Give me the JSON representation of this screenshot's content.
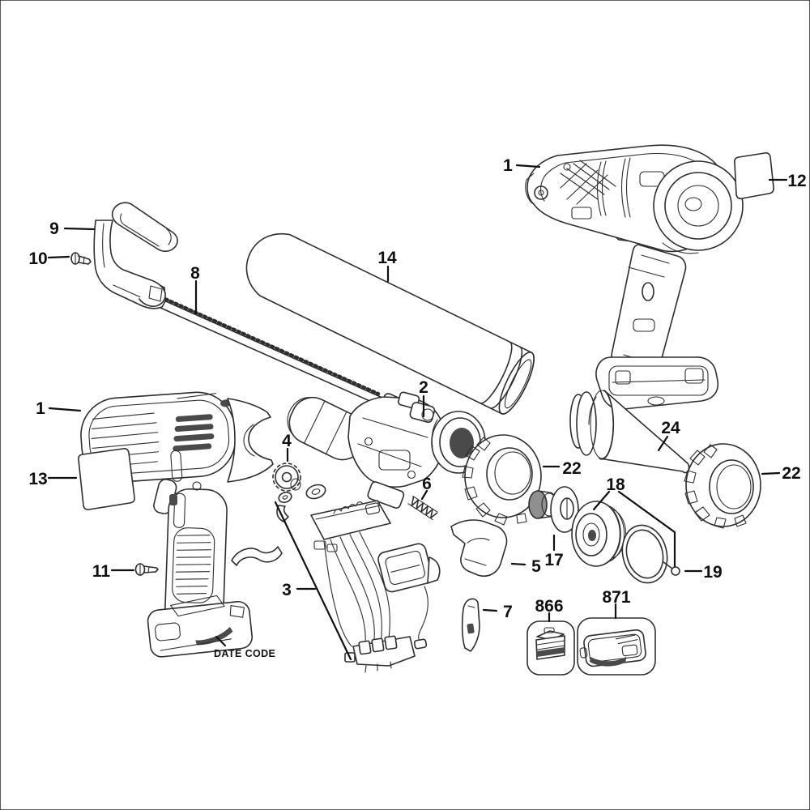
{
  "diagram": {
    "kind": "exploded-parts-diagram",
    "subject": "cordless caulk gun schematic",
    "background": "#ffffff",
    "line_color": "#2e2e2e",
    "leader_color": "#101010",
    "dark_fill": "#4a4a4a"
  },
  "callouts": {
    "p9": "9",
    "p10": "10",
    "p8": "8",
    "p14": "14",
    "p1_top": "1",
    "p12": "12",
    "p1_main": "1",
    "p13": "13",
    "p11": "11",
    "date_code": "DATE CODE",
    "p2": "2",
    "p4": "4",
    "p6": "6",
    "p3": "3",
    "p5": "5",
    "p7": "7",
    "p22_left": "22",
    "p17": "17",
    "p18": "18",
    "p19": "19",
    "p24": "24",
    "p22_right": "22",
    "p866": "866",
    "p871": "871"
  }
}
